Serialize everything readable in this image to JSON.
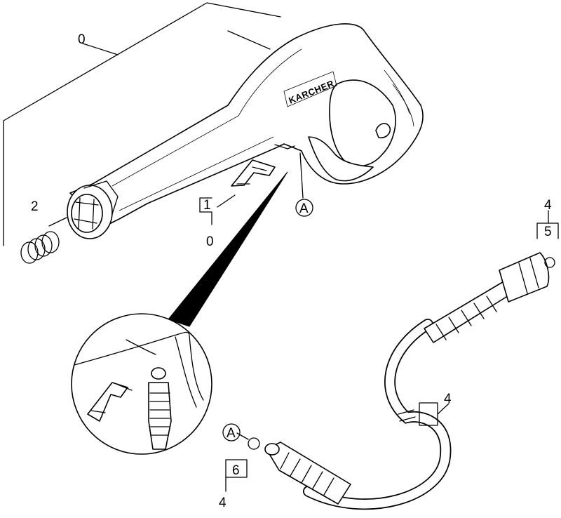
{
  "diagram": {
    "brand_logo": "KARCHER",
    "callouts": {
      "assembly_top": "0",
      "spring": "2",
      "clip": "1",
      "clip_group": "0",
      "hose_group_top": "4",
      "oring_right": "5",
      "hose": "4",
      "oring_left": "6",
      "hose_group_bottom": "4"
    },
    "markers": {
      "connection_gun": "A",
      "connection_hose": "A"
    }
  }
}
